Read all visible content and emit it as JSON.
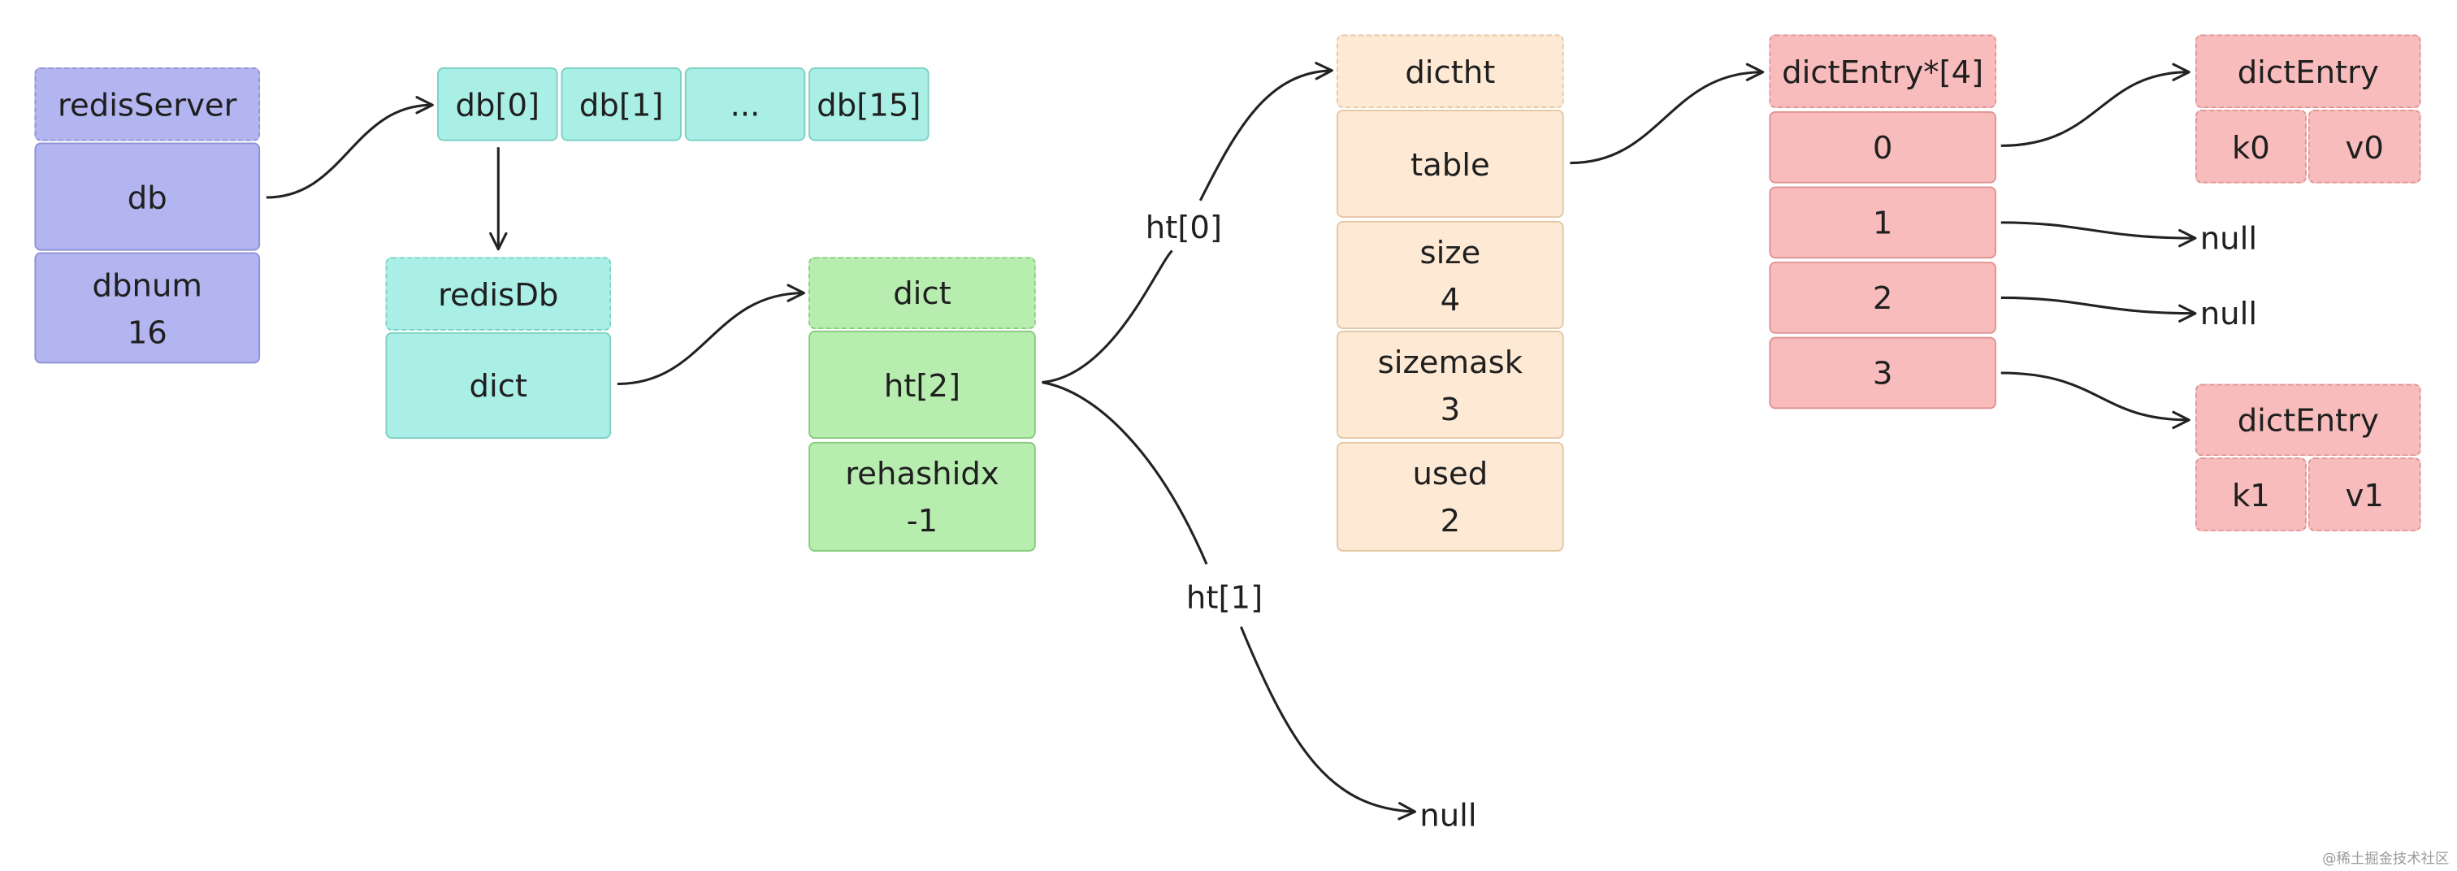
{
  "redis_server": {
    "title": "redisServer",
    "db_field": "db",
    "dbnum_label": "dbnum",
    "dbnum_value": "16"
  },
  "db_array": [
    "db[0]",
    "db[1]",
    "...",
    "db[15]"
  ],
  "redis_db": {
    "title": "redisDb",
    "dict_field": "dict"
  },
  "dict": {
    "title": "dict",
    "ht_field": "ht[2]",
    "rehashidx_label": "rehashidx",
    "rehashidx_value": "-1"
  },
  "edge_labels": {
    "ht0": "ht[0]",
    "ht1": "ht[1]"
  },
  "dictht": {
    "title": "dictht",
    "table_field": "table",
    "size_label": "size",
    "size_value": "4",
    "sizemask_label": "sizemask",
    "sizemask_value": "3",
    "used_label": "used",
    "used_value": "2"
  },
  "table_array": {
    "title": "dictEntry*[4]",
    "slots": [
      "0",
      "1",
      "2",
      "3"
    ]
  },
  "null_labels": {
    "ht1_null": "null",
    "slot1_null": "null",
    "slot2_null": "null"
  },
  "entry0": {
    "title": "dictEntry",
    "key": "k0",
    "value": "v0"
  },
  "entry1": {
    "title": "dictEntry",
    "key": "k1",
    "value": "v1"
  },
  "watermark": "@稀土掘金技术社区",
  "colors": {
    "redisServer": "#b3b5f0",
    "redisDb": "#a9efe6",
    "dict": "#b8edb0",
    "dictht": "#fde9d4",
    "dictEntry": "#f8bcbc"
  }
}
